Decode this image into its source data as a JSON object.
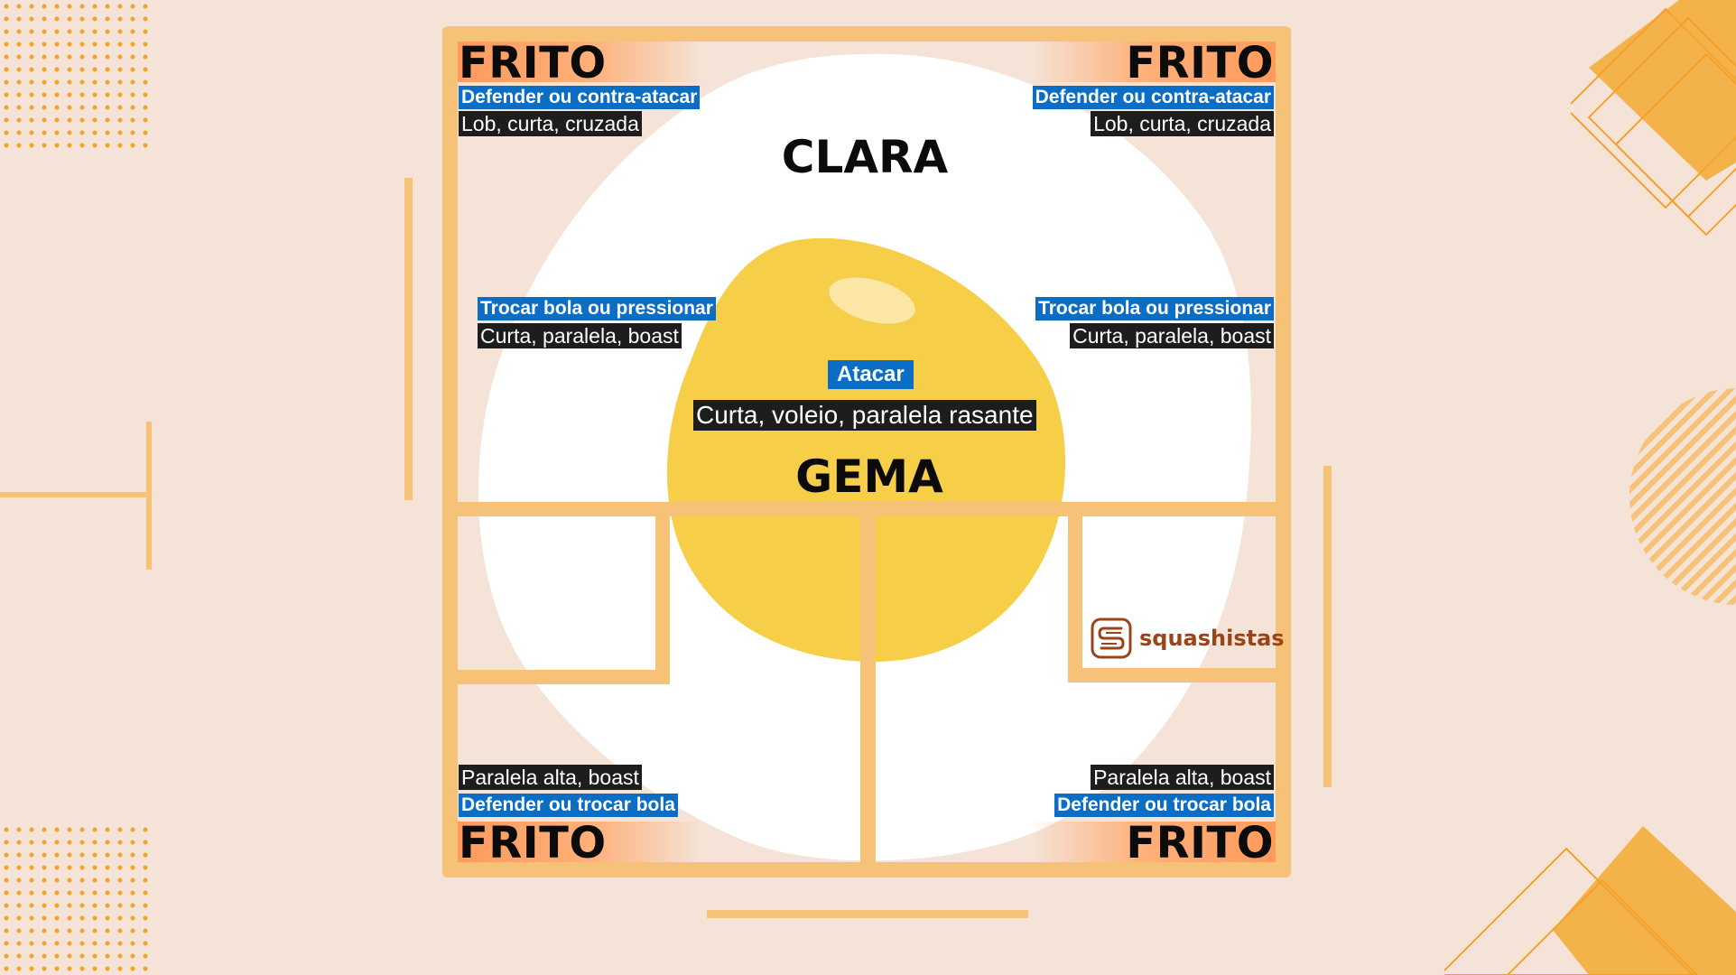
{
  "colors": {
    "background": "#f4e3d6",
    "court_lines": "#f6c278",
    "egg_white": "#ffffff",
    "yolk": "#f6ce47",
    "label_blue": "#0b6ec4",
    "label_dark": "#1d1d1d",
    "frito_gradient": "#ff9a5c",
    "brand": "#9a4418"
  },
  "zones": {
    "frito_top_left": {
      "title": "FRITO",
      "intent": "Defender ou contra-atacar",
      "shots": "Lob, curta, cruzada"
    },
    "frito_top_right": {
      "title": "FRITO",
      "intent": "Defender ou contra-atacar",
      "shots": "Lob, curta, cruzada"
    },
    "clara": {
      "title": "CLARA",
      "left": {
        "intent": "Trocar bola ou pressionar",
        "shots": "Curta, paralela, boast"
      },
      "right": {
        "intent": "Trocar bola ou pressionar",
        "shots": "Curta, paralela, boast"
      }
    },
    "gema": {
      "title": "GEMA",
      "intent": "Atacar",
      "shots": "Curta, voleio, paralela rasante"
    },
    "frito_bottom_left": {
      "title": "FRITO",
      "shots": "Paralela alta, boast",
      "intent": "Defender ou trocar bola"
    },
    "frito_bottom_right": {
      "title": "FRITO",
      "shots": "Paralela alta, boast",
      "intent": "Defender ou trocar bola"
    }
  },
  "brand": {
    "icon": "squashistas-logo-icon",
    "name": "squashistas"
  }
}
